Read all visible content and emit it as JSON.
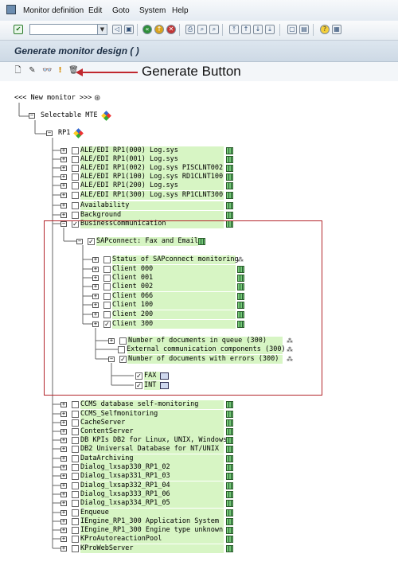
{
  "menu": {
    "items": [
      "Monitor definition",
      "Edit",
      "Goto",
      "System",
      "Help"
    ]
  },
  "toolbar": {
    "command_field_value": "",
    "icons": [
      "enter-icon",
      "save-icon",
      "back-icon",
      "exit-icon",
      "cancel-icon",
      "print-icon",
      "find-icon",
      "find-next-icon",
      "first-page-icon",
      "prev-page-icon",
      "next-page-icon",
      "last-page-icon",
      "new-session-icon",
      "shortcut-icon",
      "help-icon",
      "layout-icon"
    ]
  },
  "title": "Generate monitor design ( )",
  "app_toolbar": {
    "icons": [
      "create-icon",
      "change-icon",
      "display-icon",
      "generate-icon",
      "delete-icon"
    ]
  },
  "annotation": {
    "label": "Generate Button",
    "color": "#c0282e"
  },
  "tree": {
    "root": "<<< New monitor >>>",
    "mte_class": "Selectable MTE",
    "system": "RP1",
    "ale_items": [
      "ALE/EDI RP1(000) Log.sys",
      "ALE/EDI RP1(001) Log.sys",
      "ALE/EDI RP1(002) Log.sys PISCLNT002",
      "ALE/EDI RP1(100) Log.sys RD1CLNT100",
      "ALE/EDI RP1(200) Log.sys",
      "ALE/EDI RP1(300) Log.sys RP1CLNT300"
    ],
    "availability": "Availability",
    "background": "Background",
    "business_comm": "BusinessCommunication",
    "sapconnect": "SAPconnect: Fax and Email",
    "sap_children": [
      {
        "label": "Status of SAPconnect monitoring",
        "checked": false
      },
      {
        "label": "Client 000",
        "checked": false
      },
      {
        "label": "Client 001",
        "checked": false
      },
      {
        "label": "Client 002",
        "checked": false
      },
      {
        "label": "Client 066",
        "checked": false
      },
      {
        "label": "Client 100",
        "checked": false
      },
      {
        "label": "Client 200",
        "checked": false
      },
      {
        "label": "Client 300",
        "checked": true
      }
    ],
    "client300_children": [
      {
        "label": "Number of documents in queue (300)",
        "checked": false
      },
      {
        "label": "External communication components (300)",
        "checked": false
      },
      {
        "label": "Number of documents with errors (300)",
        "checked": true
      }
    ],
    "error_children": [
      {
        "label": "FAX",
        "checked": true
      },
      {
        "label": "INT",
        "checked": true
      }
    ],
    "rest_items": [
      "CCMS database self-monitoring",
      "CCMS_Selfmonitoring",
      "CacheServer",
      "ContentServer",
      "DB KPIs DB2 for Linux, UNIX, Windows",
      "DB2 Universal Database for NT/UNIX",
      "DataArchiving",
      "Dialog_lxsap330_RP1_02",
      "Dialog_lxsap331_RP1_03",
      "Dialog_lxsap332_RP1_04",
      "Dialog_lxsap333_RP1_06",
      "Dialog_lxsap334_RP1_05",
      "Enqueue",
      "IEngine_RP1_300 Application System",
      "IEngine_RP1_300 Engine type unknown",
      "KProAutoreactionPool",
      "KProWebServer"
    ]
  }
}
